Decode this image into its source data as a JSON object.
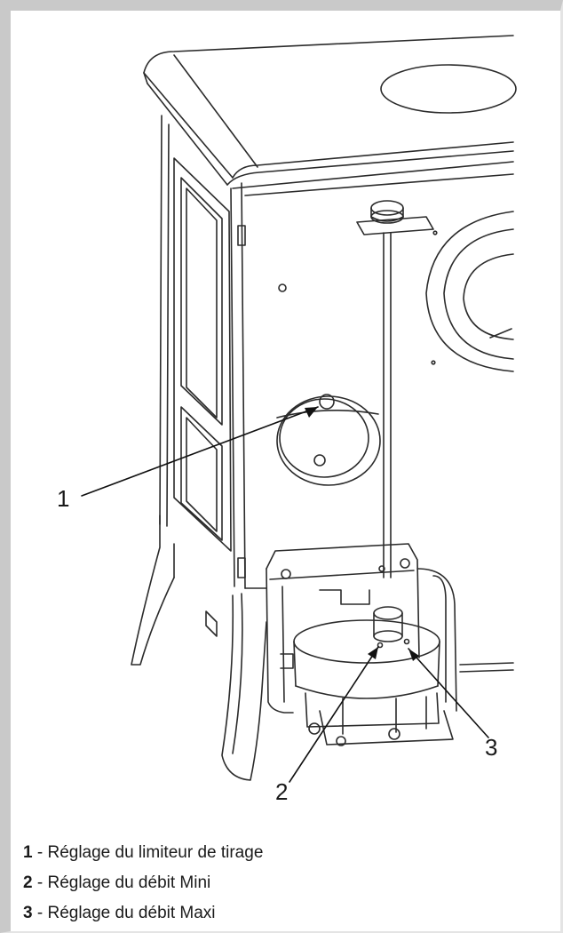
{
  "callouts": [
    {
      "number": "1"
    },
    {
      "number": "2"
    },
    {
      "number": "3"
    }
  ],
  "legend": [
    {
      "number": "1",
      "separator": " - ",
      "text": "Réglage du limiteur de tirage"
    },
    {
      "number": "2",
      "separator": " - ",
      "text": "Réglage du débit Mini"
    },
    {
      "number": "3",
      "separator": " - ",
      "text": "Réglage du débit Maxi"
    }
  ]
}
